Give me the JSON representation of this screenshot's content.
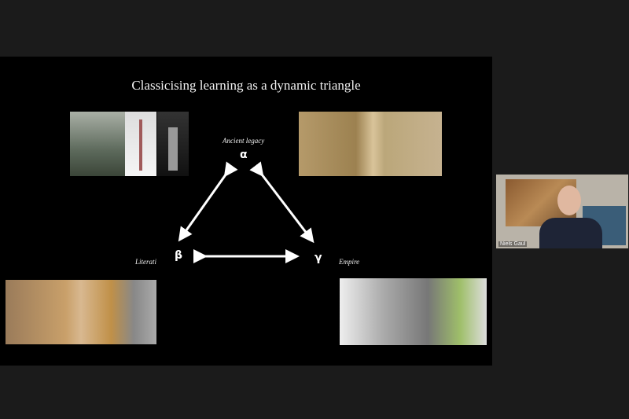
{
  "slide": {
    "title": "Classicising learning as a dynamic triangle",
    "vertices": [
      {
        "label": "Ancient legacy",
        "symbol": "α"
      },
      {
        "label": "Literati",
        "symbol": "β"
      },
      {
        "label": "Empire",
        "symbol": "γ"
      }
    ]
  },
  "participant": {
    "name": "Niels Gaul"
  }
}
